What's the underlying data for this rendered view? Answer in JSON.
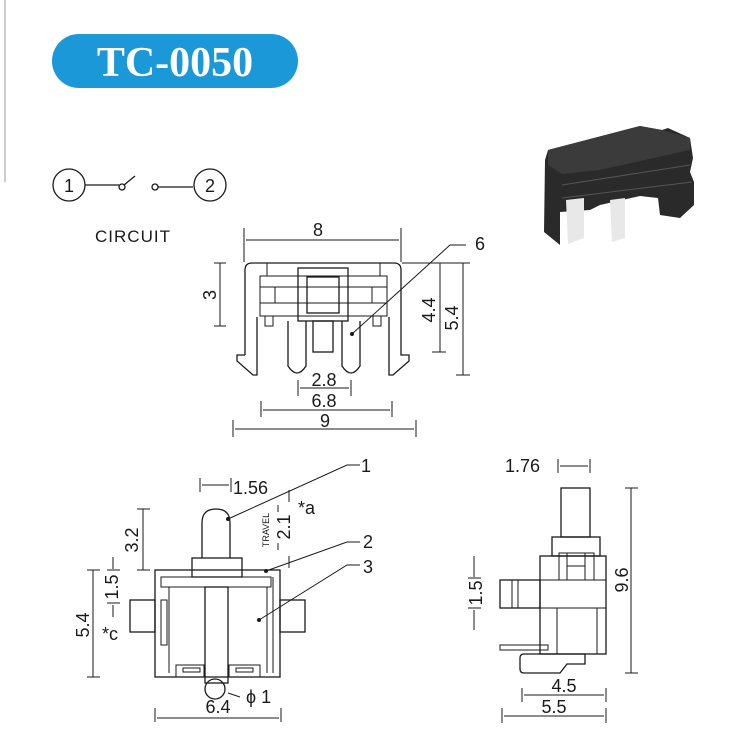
{
  "title": {
    "text": "TC-0050",
    "color": "#1b98d8"
  },
  "circuit": {
    "pin1": "1",
    "pin2": "2",
    "label": "CIRCUIT"
  },
  "front_view": {
    "dim_width_top": "8",
    "dim_height_left": "3",
    "dim_height_inner": "4.4",
    "dim_height_outer": "5.4",
    "dim_pin_pitch": "2.8",
    "dim_inner_width": "6.8",
    "dim_overall_width": "9",
    "callout": "6"
  },
  "side_view": {
    "dim_plunger_width": "1.56",
    "dim_plunger_height": "3.2",
    "dim_travel": "2.1",
    "travel_label": "TRAVEL",
    "note_a": "*a",
    "dim_offset": "1.5",
    "dim_body_height": "5.4",
    "note_c": "*c",
    "dim_body_width": "6.4",
    "dim_pin_diameter": "ϕ 1",
    "callouts": [
      "1",
      "2",
      "3"
    ]
  },
  "end_view": {
    "dim_plunger_width": "1.76",
    "dim_total_height": "9.6",
    "dim_offset": "1.5",
    "dim_base_width": "4.5",
    "dim_total_width": "5.5"
  }
}
